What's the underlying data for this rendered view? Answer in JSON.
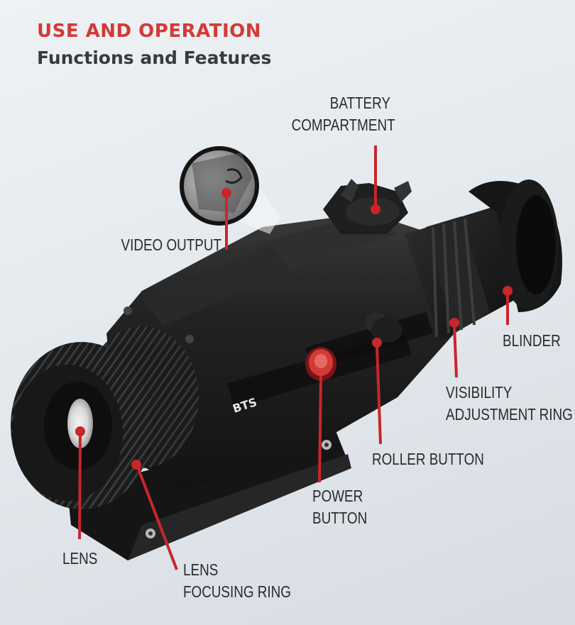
{
  "header": {
    "title": "USE AND OPERATION",
    "subtitle": "Functions and Features"
  },
  "device": {
    "brand": "BTS"
  },
  "callouts": {
    "battery_compartment": [
      "BATTERY",
      "COMPARTMENT"
    ],
    "video_output": [
      "VIDEO OUTPUT"
    ],
    "blinder": [
      "BLINDER"
    ],
    "visibility_adjustment_ring": [
      "VISIBILITY",
      "ADJUSTMENT RING"
    ],
    "roller_button": [
      "ROLLER BUTTON"
    ],
    "power_button": [
      "POWER",
      "BUTTON"
    ],
    "lens": [
      "LENS"
    ],
    "lens_focusing_ring": [
      "LENS",
      "FOCUSING RING"
    ]
  },
  "colors": {
    "accent": "#d33a36",
    "heading_dark": "#3a3a3a",
    "label_text": "#2b2b2b",
    "device_body": "#1c1c1c",
    "leader_line": "#c8262b"
  }
}
